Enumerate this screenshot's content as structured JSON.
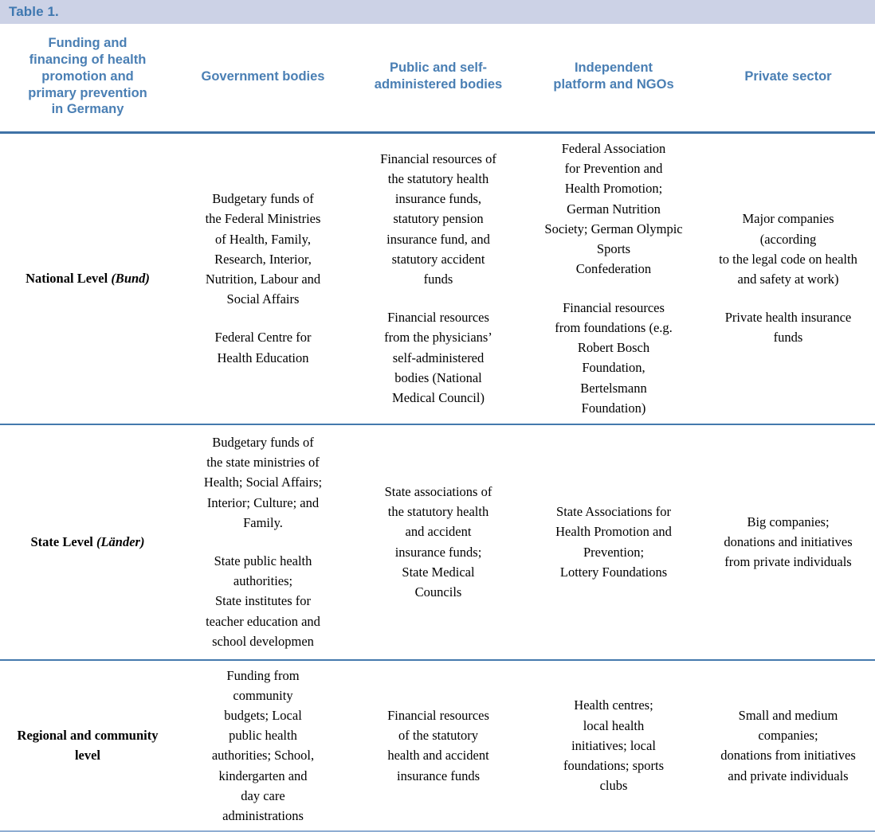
{
  "caption": {
    "label": "Table 1."
  },
  "colors": {
    "caption_band": "#ccd2e6",
    "header_text": "#4a7fb4",
    "header_rule": "#3f72a6",
    "row_rule": "#4479ad",
    "bottom_rule": "#8fadd2",
    "body_text": "#000000"
  },
  "table": {
    "columns": [
      {
        "key": "row_label",
        "label": "Funding and\nfinancing of health\npromotion and\nprimary prevention\nin Germany"
      },
      {
        "key": "government_bodies",
        "label": "Government bodies"
      },
      {
        "key": "public_self_administered",
        "label": "Public and self-\nadministered bodies"
      },
      {
        "key": "independent_platform_ngos",
        "label": "Independent\nplatform and NGOs"
      },
      {
        "key": "private_sector",
        "label": "Private sector"
      }
    ],
    "rows": [
      {
        "label_main": "National Level ",
        "label_term": "(Bund)",
        "government_bodies": [
          "Budgetary funds of\nthe Federal Ministries\nof Health, Family,\nResearch, Interior,\nNutrition, Labour and\nSocial Affairs",
          "Federal Centre for\nHealth Education"
        ],
        "public_self_administered": [
          "Financial resources of\nthe statutory health\ninsurance funds,\nstatutory pension\ninsurance fund, and\nstatutory accident\nfunds",
          "Financial resources\nfrom the physicians’\nself-administered\nbodies (National\nMedical Council)"
        ],
        "independent_platform_ngos": [
          "Federal Association\nfor Prevention and\nHealth Promotion;\nGerman Nutrition\nSociety; German Olympic\nSports\nConfederation",
          "Financial resources\nfrom foundations (e.g.\nRobert Bosch\nFoundation,\nBertelsmann\nFoundation)"
        ],
        "private_sector": [
          "Major companies\n(according\nto the legal code on health\nand safety at work)",
          "Private health insurance\nfunds"
        ]
      },
      {
        "label_main": "State Level ",
        "label_term": "(Länder)",
        "government_bodies": [
          "Budgetary funds of\nthe state ministries of\nHealth; Social Affairs;\nInterior; Culture; and\nFamily.",
          "State public health\nauthorities;\nState institutes for\nteacher education and\nschool developmen"
        ],
        "public_self_administered": [
          "State associations of\nthe statutory health\nand accident\ninsurance funds;\nState Medical\nCouncils"
        ],
        "independent_platform_ngos": [
          "State Associations for\nHealth Promotion and\nPrevention;\nLottery Foundations"
        ],
        "private_sector": [
          "Big companies;\ndonations and initiatives\nfrom private individuals"
        ]
      },
      {
        "label_main": "Regional and community\nlevel",
        "label_term": "",
        "government_bodies": [
          "Funding from\ncommunity\nbudgets; Local\npublic health\nauthorities; School,\nkindergarten and\nday care\nadministrations"
        ],
        "public_self_administered": [
          "Financial resources\nof the statutory\nhealth and accident\ninsurance funds"
        ],
        "independent_platform_ngos": [
          "Health centres;\nlocal health\ninitiatives; local\nfoundations; sports\nclubs"
        ],
        "private_sector": [
          "Small and medium\ncompanies;\ndonations from initiatives\nand private individuals"
        ]
      }
    ]
  }
}
